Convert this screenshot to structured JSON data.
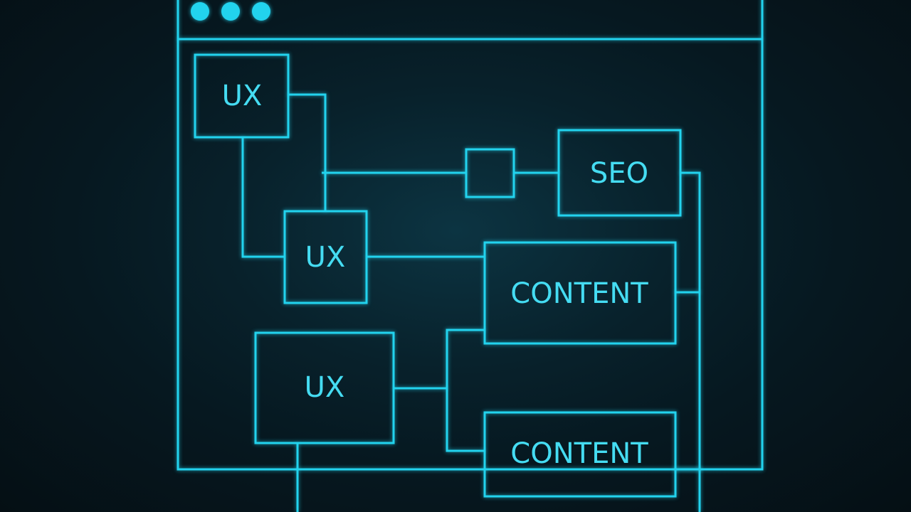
{
  "accent_color": "#22d3ee",
  "background_color": "#061820",
  "window": {
    "control_dots": [
      "dot-1",
      "dot-2",
      "dot-3"
    ]
  },
  "nodes": {
    "ux_top": "UX",
    "ux_middle": "UX",
    "ux_bottom": "UX",
    "seo": "SEO",
    "content_top": "CONTENT",
    "content_bottom": "CONTENT"
  }
}
